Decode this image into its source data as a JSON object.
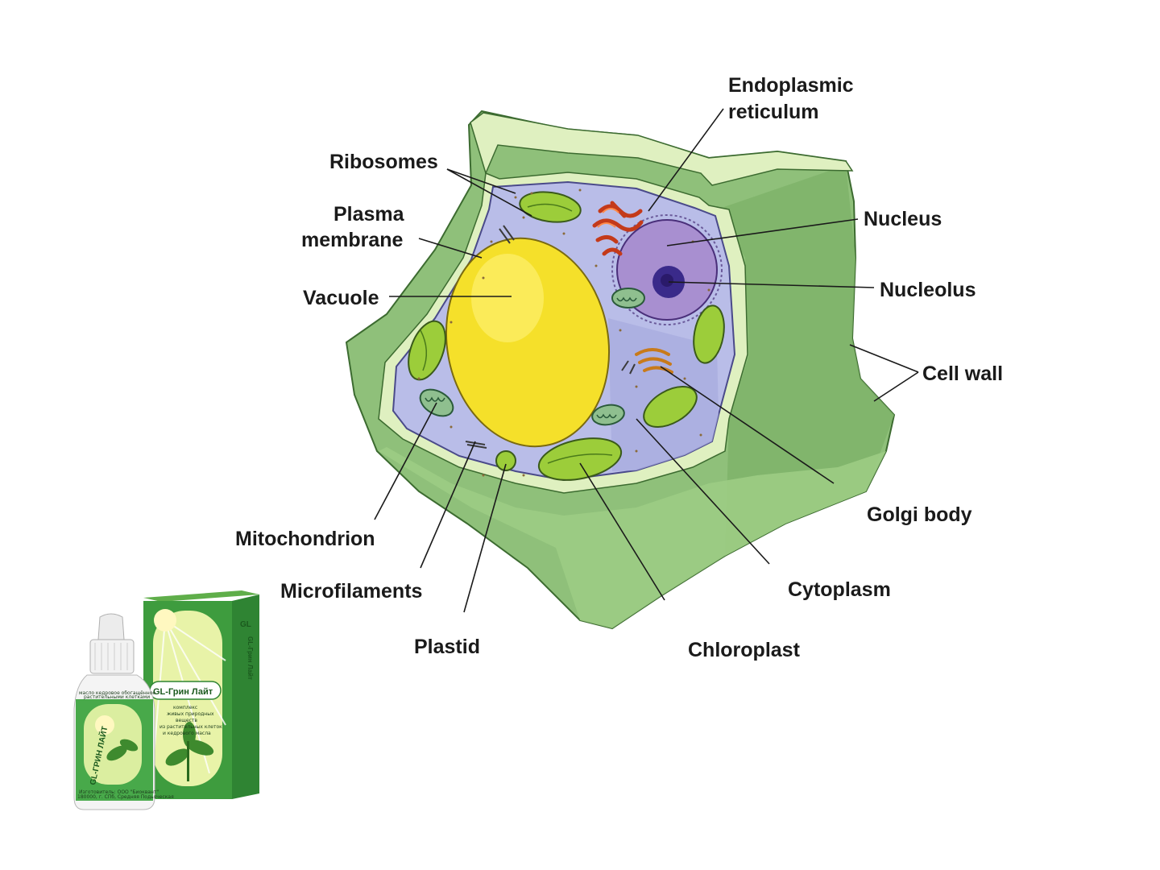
{
  "diagram": {
    "labels": {
      "endoplasmic_reticulum_line1": "Endoplasmic",
      "endoplasmic_reticulum_line2": "reticulum",
      "ribosomes": "Ribosomes",
      "plasma_membrane_line1": "Plasma",
      "plasma_membrane_line2": "membrane",
      "vacuole": "Vacuole",
      "nucleus": "Nucleus",
      "nucleolus": "Nucleolus",
      "cell_wall": "Cell wall",
      "golgi_body": "Golgi body",
      "cytoplasm": "Cytoplasm",
      "chloroplast": "Chloroplast",
      "plastid": "Plastid",
      "microfilaments": "Microfilaments",
      "mitochondrion": "Mitochondrion"
    },
    "colors": {
      "cell_wall": "#8fc07a",
      "cell_wall_edge": "#dff0c0",
      "cytoplasm": "#b9bde8",
      "vacuole": "#f5e02a",
      "nucleus": "#a88fd0",
      "nucleolus": "#3a2a8a",
      "chloroplast": "#9ccd3a"
    }
  },
  "product": {
    "box_brand": "GL-Грин Лайт",
    "bottle_brand": "GL-ГРИН ЛАЙТ",
    "box_logo": "GL",
    "box_side_text": "GL-Грин Лайт",
    "box_subtitle_line1": "комплекс",
    "box_subtitle_line2": "живых природных",
    "box_subtitle_line3": "веществ",
    "box_subtitle_line4": "из растительных клеток",
    "box_subtitle_line5": "и кедрового масла",
    "bottle_top_line1": "масло кедровое обогащённое",
    "bottle_top_line2": "растительными клетками",
    "bottle_maker_line1": "Изготовитель: ООО \"Биоквант\"",
    "bottle_maker_line2": "180000, г. СПб, Средняя Подьяческая"
  }
}
